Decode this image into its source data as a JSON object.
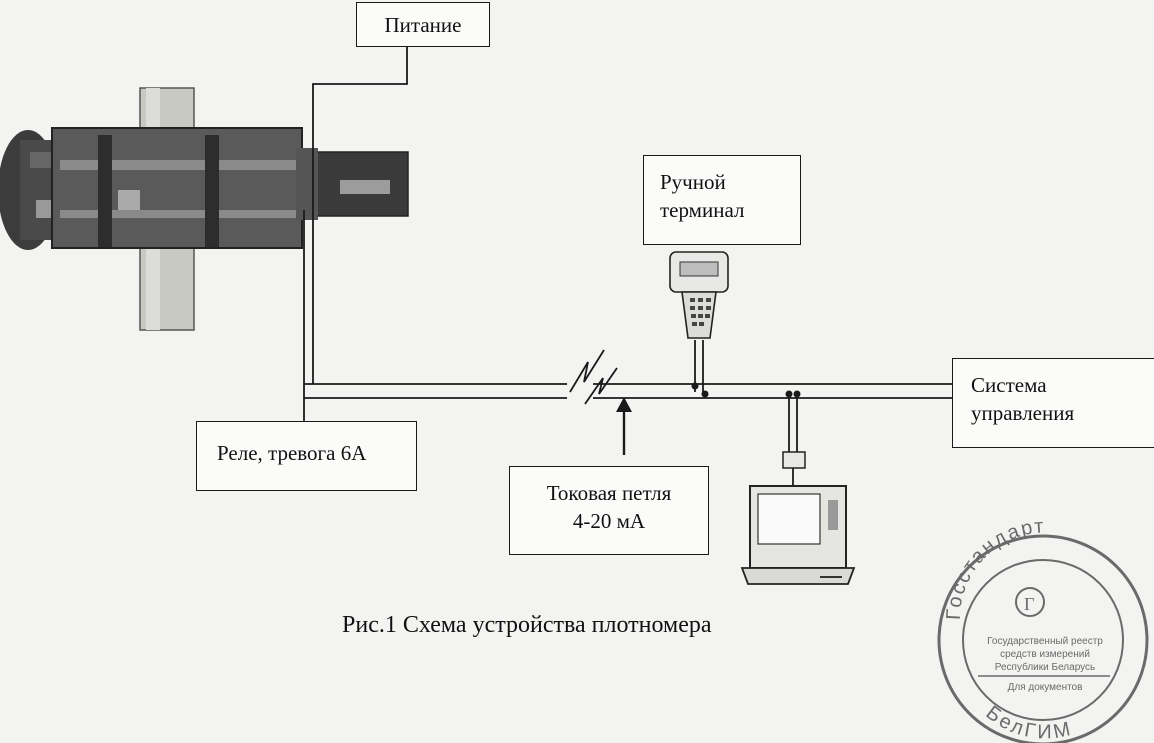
{
  "labels": {
    "power": "Питание",
    "terminal": [
      "Ручной",
      "терминал"
    ],
    "control": [
      "Система",
      "управления"
    ],
    "relay": "Реле, тревога 6А",
    "loop": [
      "Токовая петля",
      "4-20 мА"
    ]
  },
  "caption": "Рис.1 Схема устройства плотномера",
  "stamp": {
    "top_text": "Госстандарт",
    "lines": [
      "Государственный реестр",
      "средств измерений",
      "Республики Беларусь"
    ],
    "sub": "Для документов",
    "bottom_text": "БелГИМ"
  },
  "colors": {
    "line": "#1a1a1a",
    "stamp": "#6a6a6a",
    "background": "#f3f3f1"
  }
}
